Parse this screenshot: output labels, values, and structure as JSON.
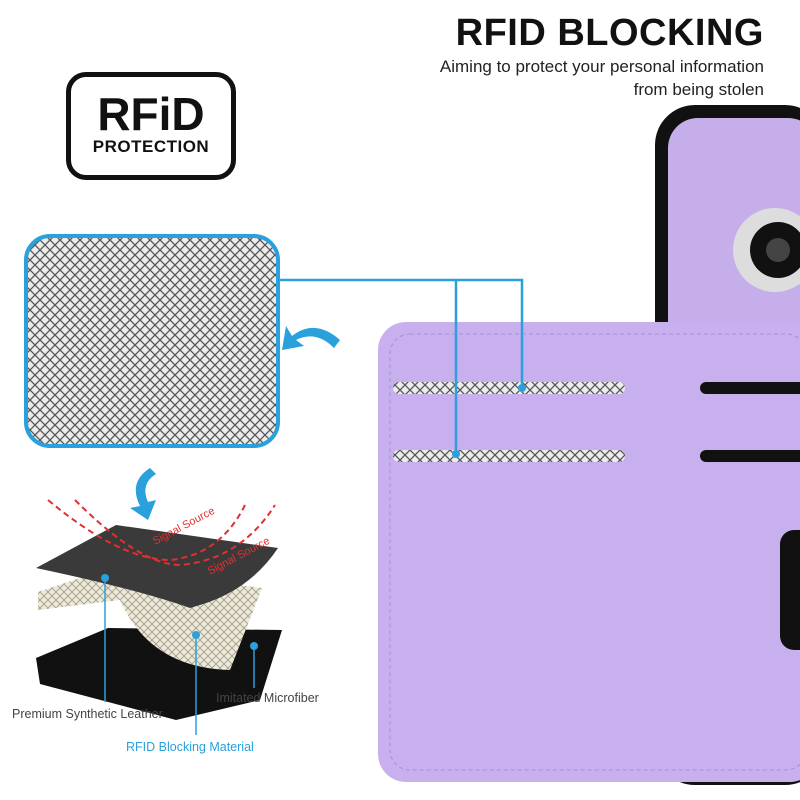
{
  "header": {
    "title": "RFID BLOCKING",
    "subtitle_line1": "Aiming to protect your personal information",
    "subtitle_line2": "from being stolen"
  },
  "badge": {
    "big": "RFiD",
    "small": "PROTECTION"
  },
  "diagram": {
    "signal_label": "Signal Source",
    "labels": [
      "Premium Synthetic Leather",
      "Imitated Microfiber",
      "RFID Blocking Material"
    ]
  },
  "colors": {
    "accent": "#2aa0dc",
    "case": "#c9b0ef",
    "signal": "#e03030"
  }
}
